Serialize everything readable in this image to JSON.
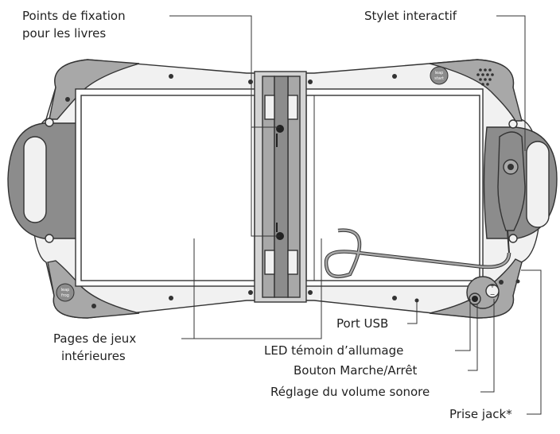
{
  "labels": {
    "attach_points_line1": "Points de fixation",
    "attach_points_line2": "pour les livres",
    "stylus": "Stylet interactif",
    "inner_pages_line1": "Pages de jeux",
    "inner_pages_line2": "intérieures",
    "usb_port": "Port USB",
    "power_led": "LED témoin d’allumage",
    "power_button": "Bouton Marche/Arrêt",
    "volume": "Réglage du volume sonore",
    "jack": "Prise jack*"
  },
  "logo_text_top": "leap start",
  "logo_text_bottom": "leap frog",
  "colors": {
    "outline": "#333333",
    "grey_dark": "#8c8c8c",
    "grey_mid": "#a8a8a8",
    "grey_light": "#d4d4d4",
    "page": "#ffffff"
  }
}
